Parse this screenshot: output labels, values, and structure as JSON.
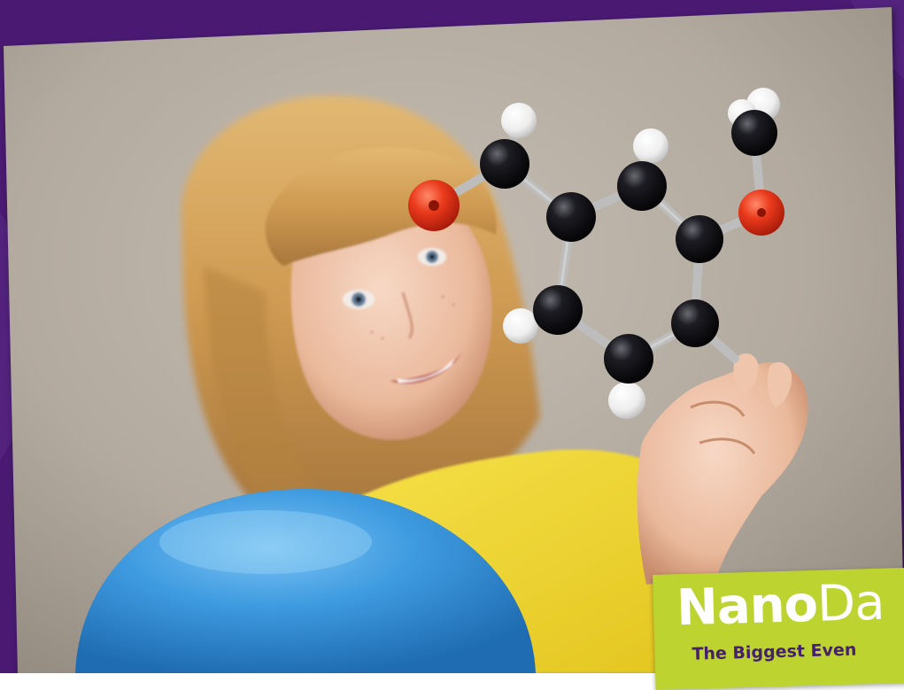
{
  "colors": {
    "frame_purple": "#4a1a73",
    "photo_backdrop": "#b7aea3",
    "badge_green": "#bcd330",
    "tagline_purple": "#45206b",
    "balloon_blue": "#3f9be0",
    "shirt_yellow": "#f4dc34",
    "model_black": "#0c0c0f",
    "model_red": "#e8341c",
    "model_white": "#f4f4f4"
  },
  "badge": {
    "wordmark_bold": "Nano",
    "wordmark_light": "Da",
    "tagline": "The Biggest Even"
  },
  "icons": [
    "molecule-model-icon",
    "balloon-icon"
  ]
}
